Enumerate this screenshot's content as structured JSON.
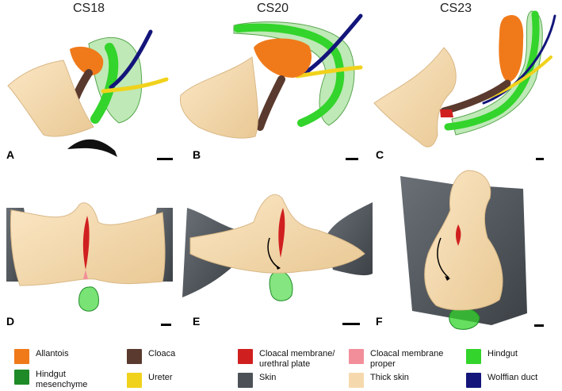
{
  "column_titles": [
    "CS18",
    "CS20",
    "CS23"
  ],
  "panel_letters": [
    "A",
    "B",
    "C",
    "D",
    "E",
    "F"
  ],
  "legend": [
    {
      "label": "Allantois",
      "color": "#f07a1a"
    },
    {
      "label": "Cloaca",
      "color": "#5a3a2e"
    },
    {
      "label": "Cloacal membrane/ urethral plate",
      "color": "#d01f1f"
    },
    {
      "label": "Cloacal membrane proper",
      "color": "#f28e9a"
    },
    {
      "label": "Hindgut",
      "color": "#33d42b"
    },
    {
      "label": "Hindgut mesenchyme",
      "color": "#1f8a28"
    },
    {
      "label": "Ureter",
      "color": "#f0d21c"
    },
    {
      "label": "Skin",
      "color": "#4b5157"
    },
    {
      "label": "Thick skin",
      "color": "#f5d9ad"
    },
    {
      "label": "Wolffian duct",
      "color": "#13157a"
    }
  ]
}
